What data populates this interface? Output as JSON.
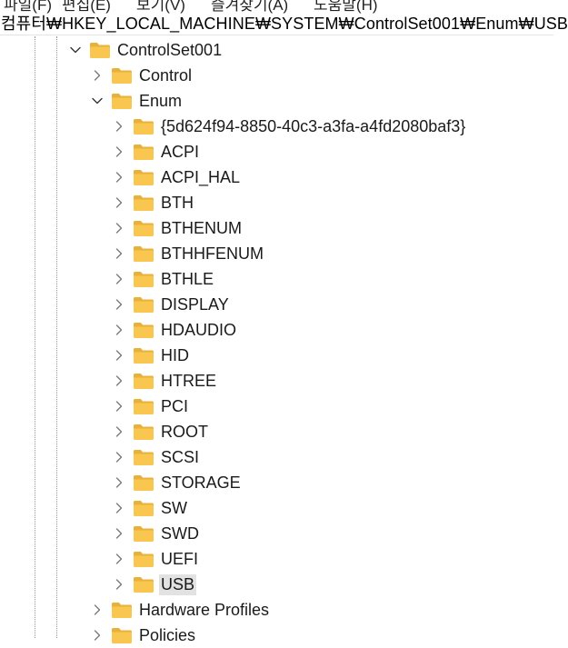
{
  "menubar": [
    "파일(F)",
    "편집(E)",
    "보기(V)",
    "즐겨찾기(A)",
    "도움말(H)"
  ],
  "address": "컴퓨터₩HKEY_LOCAL_MACHINE₩SYSTEM₩ControlSet001₩Enum₩USB",
  "tree": {
    "controlset": "ControlSet001",
    "control": "Control",
    "enum": "Enum",
    "enum_children": [
      "{5d624f94-8850-40c3-a3fa-a4fd2080baf3}",
      "ACPI",
      "ACPI_HAL",
      "BTH",
      "BTHENUM",
      "BTHHFENUM",
      "BTHLE",
      "DISPLAY",
      "HDAUDIO",
      "HID",
      "HTREE",
      "PCI",
      "ROOT",
      "SCSI",
      "STORAGE",
      "SW",
      "SWD",
      "UEFI",
      "USB"
    ],
    "selected": "USB",
    "hardware_profiles": "Hardware Profiles",
    "policies": "Policies"
  },
  "colors": {
    "selection": "#e2e2e2",
    "folder_body": "#f9c74f",
    "folder_tab": "#e8b23a"
  },
  "icons": {
    "expanded": "chevron-down-icon",
    "collapsed": "chevron-right-icon",
    "folder": "folder-icon"
  }
}
